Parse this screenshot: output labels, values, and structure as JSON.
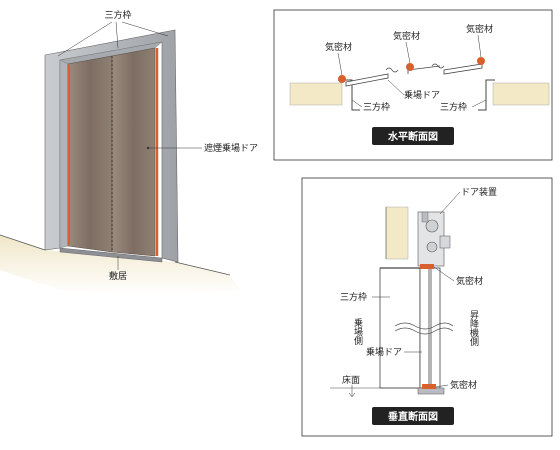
{
  "elevator_view": {
    "three_side_frame": "三方枠",
    "smoke_door": "遮煙乗場ドア",
    "sill": "敷居"
  },
  "horizontal_section": {
    "caption": "水平断面図",
    "airtight_left": "気密材",
    "airtight_center": "気密材",
    "airtight_right": "気密材",
    "landing_door": "乗場ドア",
    "frame_left": "三方枠",
    "frame_right": "三方枠"
  },
  "vertical_section": {
    "caption": "垂直断面図",
    "door_device": "ドア装置",
    "airtight_top": "気密材",
    "three_side_frame": "三方枠",
    "landing_side": "乗場側",
    "hoistway_side": "昇降機側",
    "landing_door": "乗場ドア",
    "floor": "床面",
    "airtight_bottom": "気密材"
  },
  "colors": {
    "frame_metal": "#b9bcc0",
    "door_brown": "#8a7a6e",
    "seal_orange": "#d8602c",
    "concrete": "#f0e6c4",
    "caption_bg": "#222222"
  }
}
